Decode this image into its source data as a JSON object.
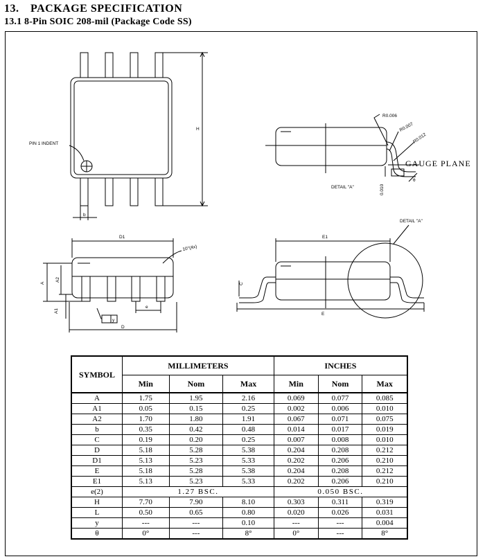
{
  "section": {
    "number": "13.",
    "title": "PACKAGE SPECIFICATION"
  },
  "subsection": {
    "title": "13.1 8-Pin SOIC 208-mil (Package Code SS)"
  },
  "drawing": {
    "pin1_label": "PIN 1 INDENT",
    "label_H": "H",
    "label_b": "b",
    "label_R006": "R0.006",
    "label_R007": "R0.007",
    "label_R012": "R0.012",
    "gauge_plane": "GAUGE PLANE",
    "detail_a_label": "DETAIL \"A\"",
    "label_0010": "0.010",
    "label_theta": "θ",
    "label_D1": "D1",
    "label_angle": "10°(4x)",
    "label_A": "A",
    "label_A2": "A2",
    "label_A1": "A1",
    "label_e": "e",
    "label_y": "y",
    "label_D": "D",
    "label_E1": "E1",
    "label_E": "E",
    "label_C": "C",
    "detail_a_callout": "DETAIL \"A\""
  },
  "table": {
    "symbol_header": "SYMBOL",
    "mm_header": "MILLIMETERS",
    "in_header": "INCHES",
    "sub_headers": [
      "Min",
      "Nom",
      "Max",
      "Min",
      "Nom",
      "Max"
    ],
    "rows": [
      {
        "symbol": "A",
        "cells": [
          "1.75",
          "1.95",
          "2.16",
          "0.069",
          "0.077",
          "0.085"
        ]
      },
      {
        "symbol": "A1",
        "cells": [
          "0.05",
          "0.15",
          "0.25",
          "0.002",
          "0.006",
          "0.010"
        ]
      },
      {
        "symbol": "A2",
        "cells": [
          "1.70",
          "1.80",
          "1.91",
          "0.067",
          "0.071",
          "0.075"
        ]
      },
      {
        "symbol": "b",
        "cells": [
          "0.35",
          "0.42",
          "0.48",
          "0.014",
          "0.017",
          "0.019"
        ]
      },
      {
        "symbol": "C",
        "cells": [
          "0.19",
          "0.20",
          "0.25",
          "0.007",
          "0.008",
          "0.010"
        ]
      },
      {
        "symbol": "D",
        "cells": [
          "5.18",
          "5.28",
          "5.38",
          "0.204",
          "0.208",
          "0.212"
        ]
      },
      {
        "symbol": "D1",
        "cells": [
          "5.13",
          "5.23",
          "5.33",
          "0.202",
          "0.206",
          "0.210"
        ]
      },
      {
        "symbol": "E",
        "cells": [
          "5.18",
          "5.28",
          "5.38",
          "0.204",
          "0.208",
          "0.212"
        ]
      },
      {
        "symbol": "E1",
        "cells": [
          "5.13",
          "5.23",
          "5.33",
          "0.202",
          "0.206",
          "0.210"
        ]
      },
      {
        "symbol": "e(2)",
        "mm_bsc": "1.27 BSC.",
        "in_bsc": "0.050 BSC."
      },
      {
        "symbol": "H",
        "cells": [
          "7.70",
          "7.90",
          "8.10",
          "0.303",
          "0.311",
          "0.319"
        ]
      },
      {
        "symbol": "L",
        "cells": [
          "0.50",
          "0.65",
          "0.80",
          "0.020",
          "0.026",
          "0.031"
        ]
      },
      {
        "symbol": "y",
        "cells": [
          "---",
          "---",
          "0.10",
          "---",
          "---",
          "0.004"
        ]
      },
      {
        "symbol": "θ",
        "cells": [
          "0°",
          "---",
          "8°",
          "0°",
          "---",
          "8°"
        ]
      }
    ]
  }
}
